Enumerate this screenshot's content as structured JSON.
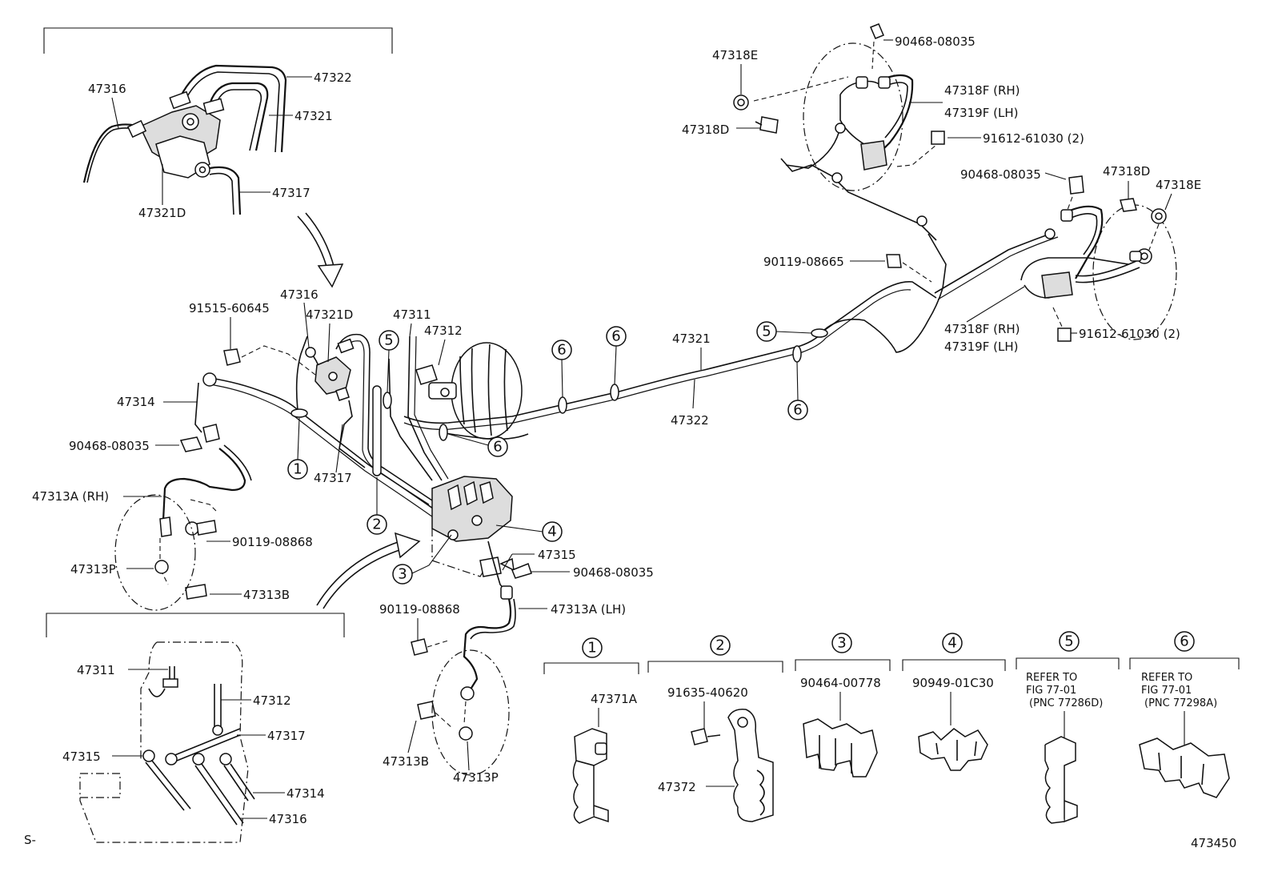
{
  "diagram": {
    "part_labels": {
      "p47316_top": "47316",
      "p47322_top": "47322",
      "p47321_top": "47321",
      "p47317_top": "47317",
      "p47321d_top": "47321D",
      "p47316_mid": "47316",
      "p47321d_mid": "47321D",
      "p91515": "91515-60645",
      "p47314": "47314",
      "p90468_left": "90468-08035",
      "p47313a_rh": "47313A (RH)",
      "p90119_left": "90119-08868",
      "p47313p_left": "47313P",
      "p47313b_left": "47313B",
      "p47317_mid": "47317",
      "p47311_mid": "47311",
      "p47312_mid": "47312",
      "p47321_main": "47321",
      "p47322_main": "47322",
      "p47315_mid": "47315",
      "p90468_mid": "90468-08035",
      "p47313a_lh": "47313A (LH)",
      "p90119_mid": "90119-08868",
      "p47313b_mid": "47313B",
      "p47313p_mid": "47313P",
      "p47318e_top": "47318E",
      "p90468_tr": "90468-08035",
      "p47318f_rh_top": "47318F (RH)",
      "p47319f_lh_top": "47319F (LH)",
      "p47318d_top": "47318D",
      "p91612_top": "91612-61030 (2)",
      "p90468_r": "90468-08035",
      "p47318d_r": "47318D",
      "p47318e_r": "47318E",
      "p90119_r": "90119-08665",
      "p47318f_rh_r": "47318F (RH)",
      "p47319f_lh_r": "47319F (LH)",
      "p91612_r": "91612-61030 (2)",
      "p47311_in": "47311",
      "p47312_in": "47312",
      "p47317_in": "47317",
      "p47315_in": "47315",
      "p47314_in": "47314",
      "p47316_in": "47316"
    },
    "circled_numbers": {
      "c1": "1",
      "c2": "2",
      "c3": "3",
      "c4": "4",
      "c5a": "5",
      "c5b": "5",
      "c6a": "6",
      "c6b": "6",
      "c6c": "6",
      "c6d": "6"
    },
    "clamp_panels": [
      {
        "num": "1",
        "labels": [
          "47371A"
        ]
      },
      {
        "num": "2",
        "labels": [
          "91635-40620",
          "47372"
        ]
      },
      {
        "num": "3",
        "labels": [
          "90464-00778"
        ]
      },
      {
        "num": "4",
        "labels": [
          "90949-01C30"
        ]
      },
      {
        "num": "5",
        "labels": [
          "REFER TO",
          "FIG 77-01",
          "(PNC 77286D)"
        ]
      },
      {
        "num": "6",
        "labels": [
          "REFER TO",
          "FIG 77-01",
          "(PNC 77298A)"
        ]
      }
    ],
    "corner_left": "S-",
    "corner_right": "473450"
  }
}
